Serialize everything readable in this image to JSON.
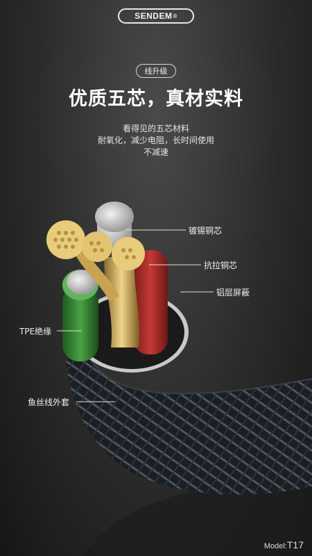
{
  "brand": {
    "logo_text": "SENDEM",
    "registered": "®"
  },
  "badge": "线升级",
  "headline": "优质五芯，真材实料",
  "description": [
    "看得见的五芯材料",
    "耐氧化，减少电阻，长时间使用",
    "不减速"
  ],
  "callouts": {
    "tinned_copper": "镀锡铜芯",
    "tensile_copper": "抗拉铜芯",
    "aluminum_shield": "铝层屏蔽",
    "tpe_insulation": "TPE绝缘",
    "braided_jacket": "鱼丝线外套"
  },
  "model": {
    "label": "Model:",
    "value": "T17"
  },
  "colors": {
    "background": "#2b2b2b",
    "wire_red": "#b8322e",
    "wire_green": "#3c8a3a",
    "copper": "#d8b86a",
    "jacket": "#1c1f24"
  }
}
